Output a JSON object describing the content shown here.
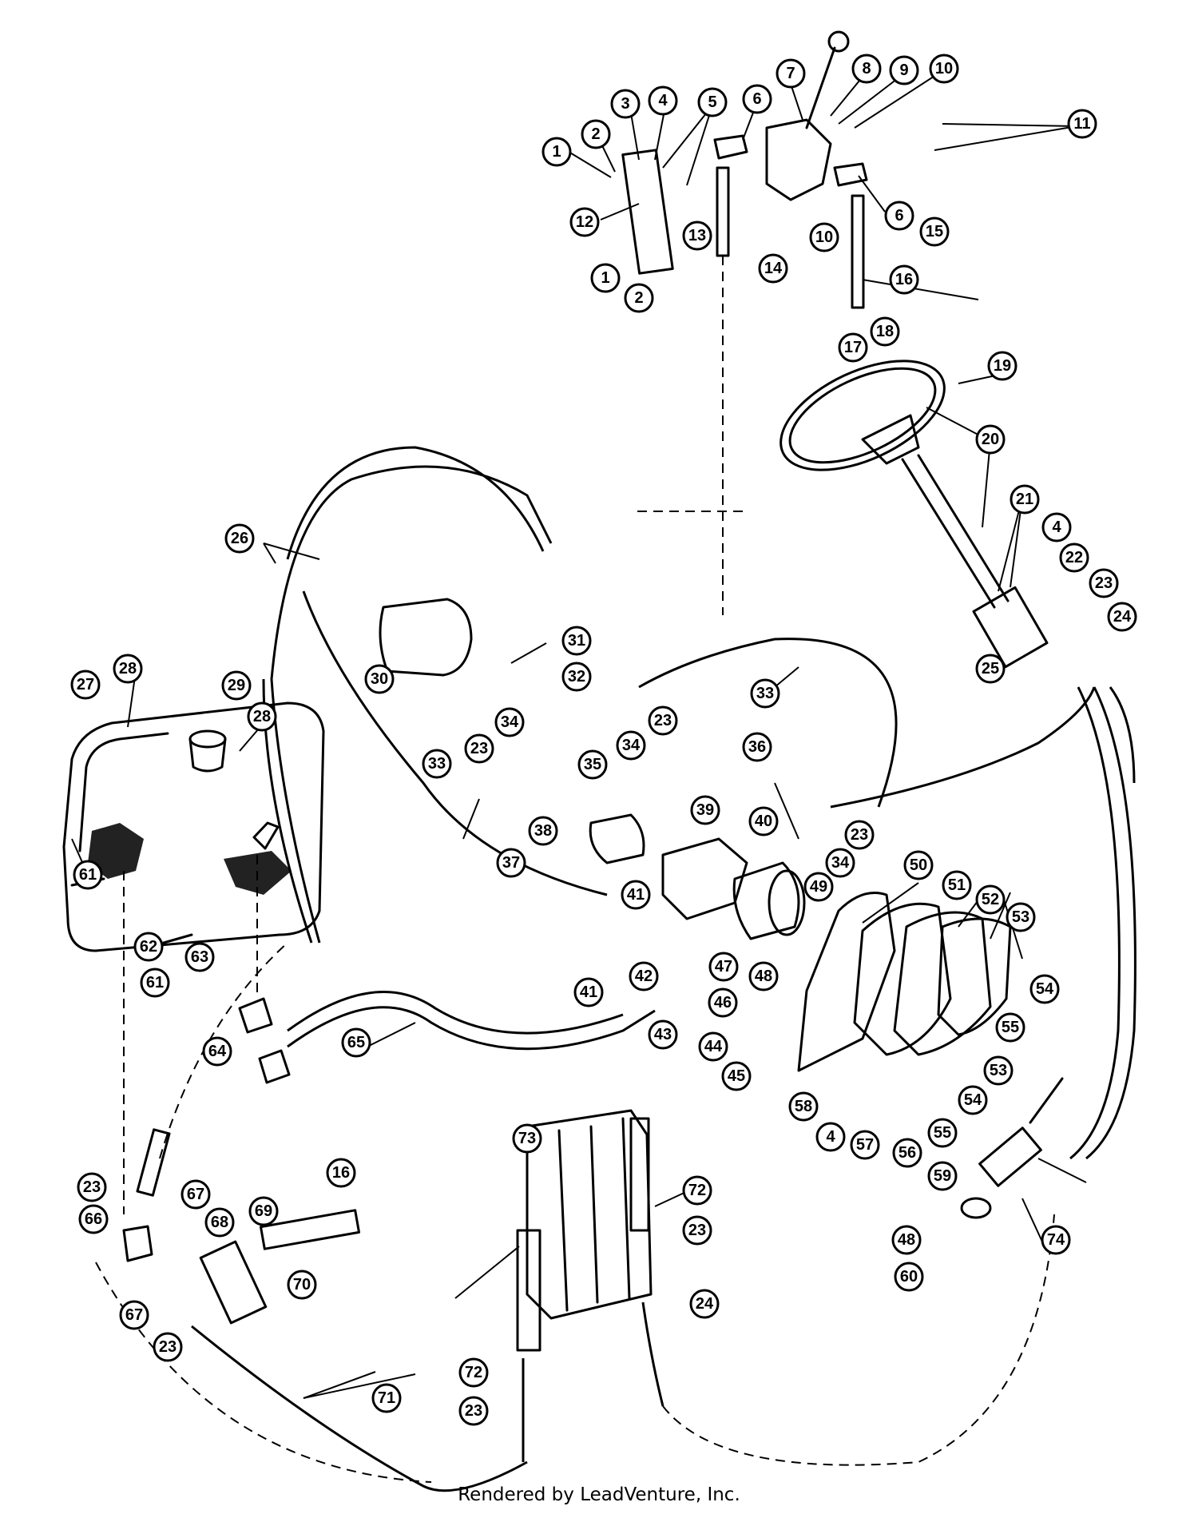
{
  "footer_text": "Rendered by LeadVenture, Inc.",
  "callouts": [
    "1",
    "2",
    "3",
    "4",
    "5",
    "6",
    "7",
    "8",
    "9",
    "10",
    "11",
    "12",
    "13",
    "14",
    "15",
    "16",
    "17",
    "18",
    "19",
    "20",
    "21",
    "22",
    "23",
    "24",
    "25",
    "26",
    "27",
    "28",
    "29",
    "30",
    "31",
    "32",
    "33",
    "34",
    "35",
    "36",
    "37",
    "38",
    "39",
    "40",
    "41",
    "42",
    "43",
    "44",
    "45",
    "46",
    "47",
    "48",
    "49",
    "50",
    "51",
    "52",
    "53",
    "54",
    "55",
    "56",
    "57",
    "58",
    "59",
    "60",
    "61",
    "62",
    "63",
    "64",
    "65",
    "66",
    "67",
    "68",
    "69",
    "70",
    "71",
    "72",
    "73",
    "74"
  ]
}
